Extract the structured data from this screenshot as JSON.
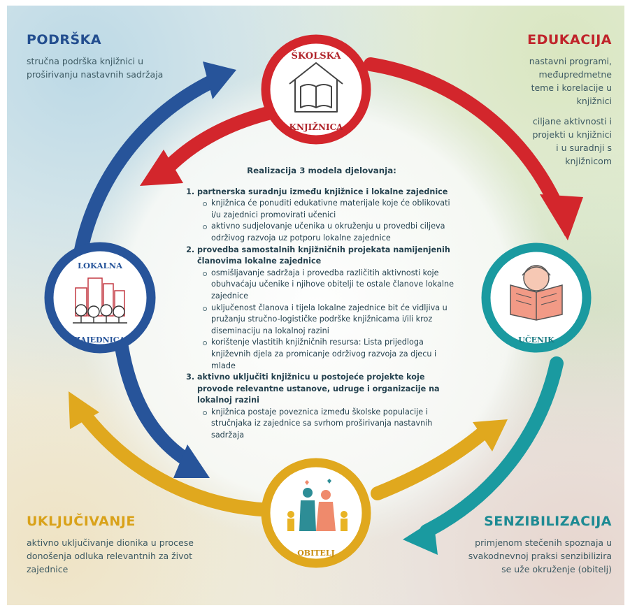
{
  "corners": {
    "podrska": {
      "title": "PODRŠKA",
      "text": "stručna podrška knjižnici u proširivanju nastavnih sadržaja"
    },
    "edukacija": {
      "title": "EDUKACIJA",
      "text1": "nastavni programi, međupredmetne teme i korelacije u knjižnici",
      "text2": "ciljane aktivnosti i projekti u knjižnici i u suradnji s knjižnicom"
    },
    "ukljucivanje": {
      "title": "UKLJUČIVANJE",
      "text": "aktivno uključivanje dionika u procese donošenja odluka relevantnih za život zajednice"
    },
    "senzibilizacija": {
      "title": "SENZIBILIZACIJA",
      "text": "primjenom stečenih spoznaja u svakodnevnoj praksi senzibilizira se uže okruženje (obitelj)"
    }
  },
  "nodes": {
    "skolska": {
      "top": "ŠKOLSKA",
      "bottom": "KNJIŽNICA"
    },
    "lokalna": {
      "top": "LOKALNA",
      "bottom": "ZAJEDNICA"
    },
    "ucenik": {
      "label": "UČENIK"
    },
    "obitelj": {
      "label": "OBITELJ"
    }
  },
  "content": {
    "heading": "Realizacija 3 modela djelovanja:",
    "items": [
      {
        "title": "partnerska suradnju između knjižnice i lokalne zajednice",
        "subs": [
          "knjižnica će ponuditi edukativne materijale koje će oblikovati i/u zajednici promovirati učenici",
          "aktivno sudjelovanje učenika u okruženju u provedbi ciljeva održivog razvoja uz potporu lokalne zajednice"
        ]
      },
      {
        "title": "provedba samostalnih knjižničnih projekata namijenjenih članovima lokalne zajednice",
        "subs": [
          "osmišljavanje sadržaja i provedba različitih aktivnosti koje obuhvaćaju učenike i njihove obitelji te ostale članove lokalne zajednice",
          "uključenost članova i tijela lokalne zajednice bit će vidljiva u pružanju stručno-logističke podrške knjižnicama i/ili kroz diseminaciju na lokalnoj razini",
          "korištenje vlastitih knjižničnih resursa: Lista prijedloga književnih djela za promicanje održivog razvoja za djecu i mlade"
        ]
      },
      {
        "title": "aktivno uključiti knjižnicu u postojeće projekte koje provode relevantne ustanove, udruge i organizacije na lokalnoj razini",
        "subs": [
          "knjižnica postaje poveznica između školske populacije i stručnjaka iz zajednice sa svrhom proširivanja nastavnih sadržaja"
        ]
      }
    ]
  },
  "colors": {
    "red": "#d3262c",
    "blue": "#27549a",
    "teal": "#1a9aa0",
    "gold": "#e0a81e"
  }
}
